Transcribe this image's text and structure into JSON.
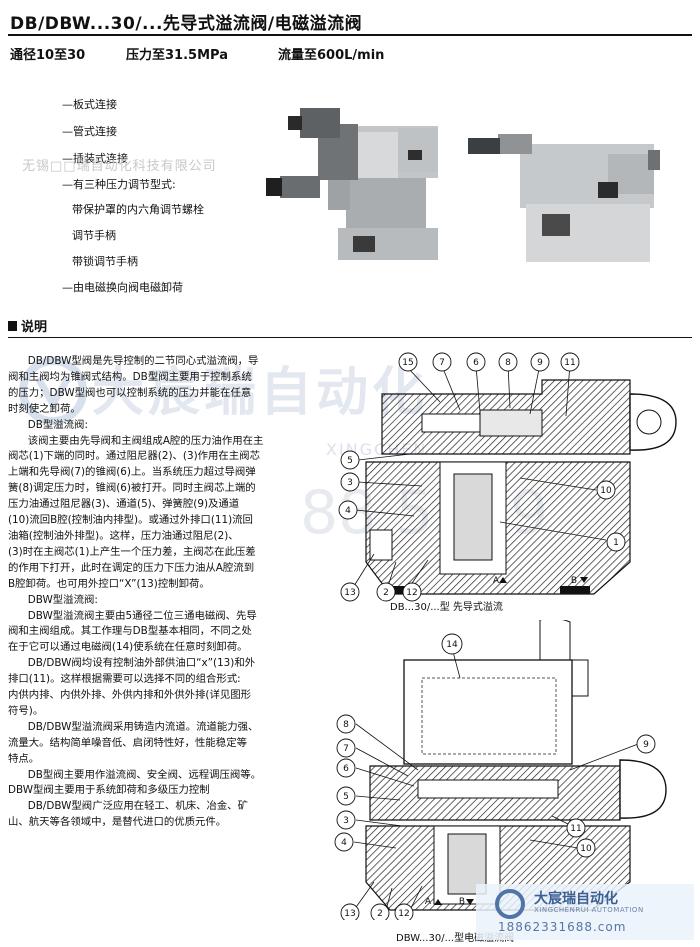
{
  "header": {
    "title": "DB/DBW...30/...先导式溢流阀/电磁溢流阀",
    "specs": [
      "通径10至30",
      "压力至31.5MPa",
      "流量至600L/min"
    ]
  },
  "features": [
    "—板式连接",
    "—管式连接",
    "—插装式连接",
    "—有三种压力调节型式:",
    "带保护罩的内六角调节螺栓",
    "调节手柄",
    "带锁调节手柄",
    "—由电磁换向阀电磁卸荷"
  ],
  "watermark_line": "无锡□□瑞自动化科技有限公司",
  "section": {
    "title": "说明"
  },
  "body_lines": [
    "DB/DBW型阀是先导控制的二节同心式溢流阀，导",
    "阀和主阀均为锥阀式结构。DB型阀主要用于控制系统",
    "的压力；DBW型阀也可以控制系统的压力并能在任意",
    "时刻使之卸荷。",
    "DB型溢流阀:",
    "该阀主要由先导阀和主阀组成A腔的压力油作用在主",
    "阀芯(1)下端的同时。通过阻尼器(2)、(3)作用在主阀芯",
    "上端和先导阀(7)的锥阀(6)上。当系统压力超过导阀弹",
    "簧(8)调定压力时，锥阀(6)被打开。同时主阀芯上端的",
    "压力油通过阻尼器(3)、通道(5)、弹簧腔(9)及通道",
    "(10)流回B腔(控制油内排型)。或通过外排口(11)流回",
    "油箱(控制油外排型)。这样，压力油通过阻尼(2)、",
    "(3)时在主阀芯(1)上产生一个压力差，主阀芯在此压差",
    "的作用下打开，此时在调定的压力下压力油从A腔流到",
    "B腔卸荷。也可用外控口“X”(13)控制卸荷。",
    "DBW型溢流阀:",
    "DBW型溢流阀主要由5通径二位三通电磁阀、先导",
    "阀和主阀组成。其工作理与DB型基本相同，不同之处",
    "在于它可以通过电磁阀(14)使系统在任意时刻卸荷。",
    "DB/DBW阀均设有控制油外部供油口“x”(13)和外",
    "排口(11)。这样根据需要可以选择不同的组合形式:",
    "内供内排、内供外排、外供内排和外供外排(详见图形",
    "符号)。",
    "DB/DBW型溢流阀采用铸造内流道。流道能力强、",
    "流量大。结构简单噪音低、启闭特性好，性能稳定等",
    "特点。",
    "DB型阀主要用作溢流阀、安全阀、远程调压阀等。",
    "DBW型阀主要用于系统卸荷和多级压力控制",
    "DB/DBW型阀广泛应用在轻工、机床、冶金、矿",
    "山、航天等各领域中，是替代进口的优质元件。"
  ],
  "indented_lines": [
    0,
    4,
    5,
    15,
    16,
    19,
    23,
    26,
    28
  ],
  "diagram_top": {
    "caption": "DB...30/...型 先导式溢流",
    "callouts": [
      "15",
      "7",
      "6",
      "8",
      "9",
      "11",
      "5",
      "3",
      "4",
      "10",
      "1",
      "13",
      "2",
      "12",
      "A",
      "B"
    ]
  },
  "diagram_bottom": {
    "caption": "DBW...30/...型电磁溢流阀",
    "callouts": [
      "14",
      "8",
      "7",
      "6",
      "9",
      "5",
      "3",
      "4",
      "11",
      "10",
      "13",
      "2",
      "12",
      "A",
      "B"
    ]
  },
  "watermark": {
    "big": "大宸瑞自动化",
    "sub": "XINGCHEN",
    "num": "88 5369",
    "stamp_name": "大宸瑞自动化",
    "stamp_en": "XINGCHENRUI AUTOMATION",
    "stamp_tel": "18862331688.com"
  },
  "colors": {
    "ink": "#111111",
    "watermark": "#9fb4d0",
    "photo_gray": "#b9bcbe"
  }
}
